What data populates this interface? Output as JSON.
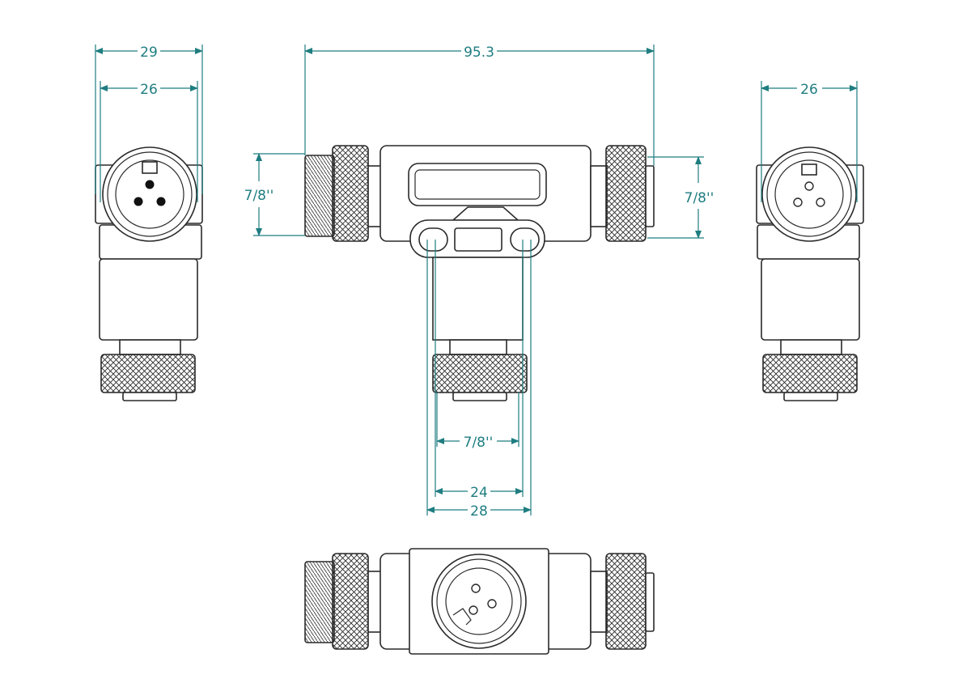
{
  "colors": {
    "dimension": "#1f7d80",
    "outline": "#2a2a2a",
    "background": "#ffffff"
  },
  "dimensions": {
    "left_outer_width": "29",
    "left_inner_width": "26",
    "overall_length": "95.3",
    "right_width": "26",
    "left_thread": "7/8''",
    "right_thread": "7/8''",
    "bottom_thread": "7/8''",
    "bottom_width_24": "24",
    "bottom_width_28": "28"
  }
}
